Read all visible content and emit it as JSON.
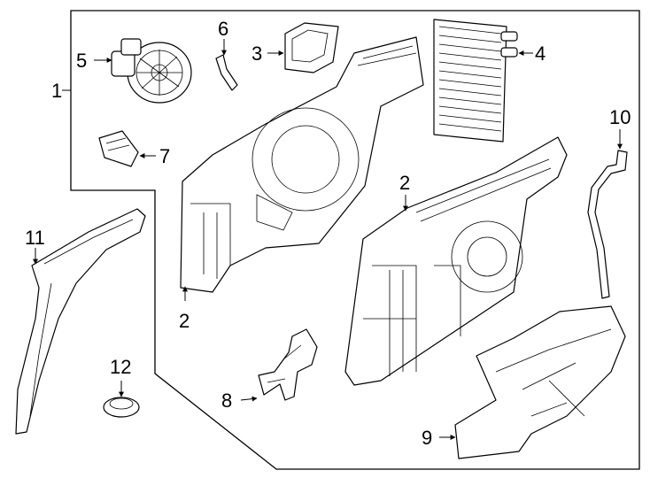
{
  "callouts": {
    "c1": "1",
    "c2a": "2",
    "c2b": "2",
    "c3": "3",
    "c4": "4",
    "c5": "5",
    "c6": "6",
    "c7": "7",
    "c8": "8",
    "c9": "9",
    "c10": "10",
    "c11": "11",
    "c12": "12"
  },
  "colors": {
    "line": "#000000",
    "background": "#ffffff"
  }
}
